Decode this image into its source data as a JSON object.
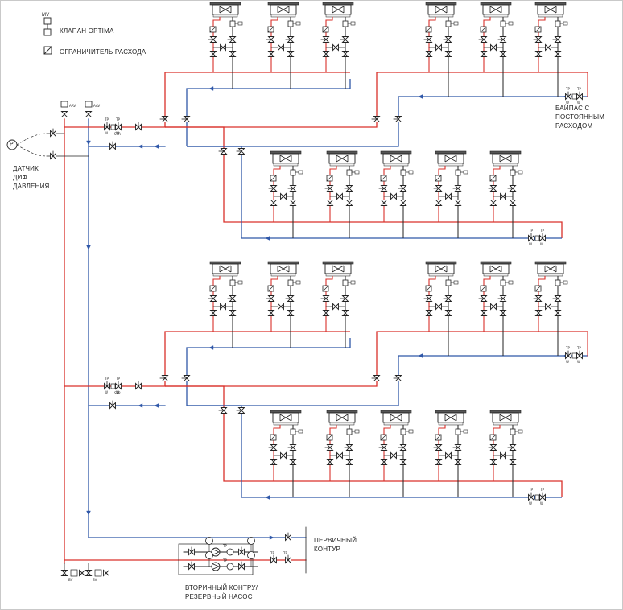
{
  "legend": {
    "valve_label": "КЛАПАН OPTIMA",
    "valve_tag": "MV",
    "limiter_label": "ОГРАНИЧИТЕЛЬ РАСХОДА"
  },
  "labels": {
    "sensor_lines": [
      "ДАТЧИК",
      "ДИФ.",
      "ДАВЛЕНИЯ"
    ],
    "sensor_symbol": "P",
    "bypass_lines": [
      "БАЙПАС С",
      "ПОСТОЯННЫМ",
      "РАСХОДОМ"
    ],
    "primary_lines": [
      "ПЕРВИЧНЫЙ",
      "КОНТУР"
    ],
    "secondary_lines": [
      "ВТОРИЧНЫЙ КОНТРУ/",
      "РЕЗЕРВНЫЙ НАСОС"
    ],
    "air_vent_tag": "AAV",
    "strainer_tag": "STR",
    "tp_tag": "TP",
    "bv_tag": "BV"
  },
  "colors": {
    "supply": "#d9302a",
    "return": "#2f57a8",
    "equipment": "#222222"
  }
}
